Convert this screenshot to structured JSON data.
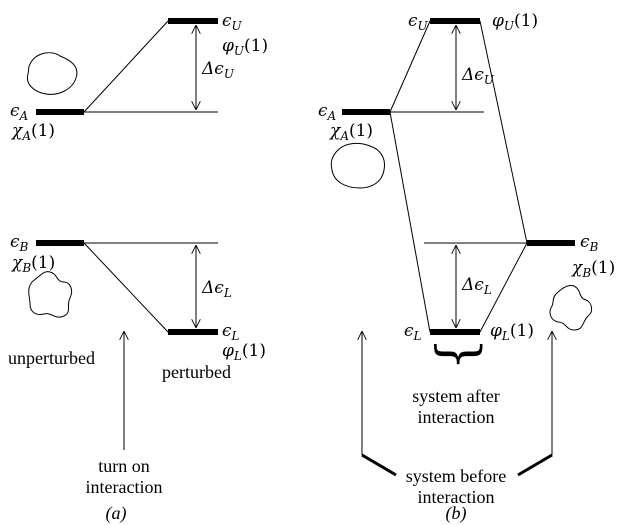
{
  "panel_a": {
    "caption": "(a)",
    "eps_U": "ϵ",
    "eps_U_sub": "U",
    "phi_U": "φ",
    "phi_U_sub": "U",
    "phi_U_arg": "(1)",
    "delta_U": "Δϵ",
    "delta_U_sub": "U",
    "eps_A": "ϵ",
    "eps_A_sub": "A",
    "chi_A": "χ",
    "chi_A_sub": "A",
    "chi_A_arg": "(1)",
    "eps_B": "ϵ",
    "eps_B_sub": "B",
    "chi_B": "χ",
    "chi_B_sub": "B",
    "chi_B_arg": "(1)",
    "delta_L": "Δϵ",
    "delta_L_sub": "L",
    "eps_L": "ϵ",
    "eps_L_sub": "L",
    "phi_L": "φ",
    "phi_L_sub": "L",
    "phi_L_arg": "(1)",
    "unperturbed": "unperturbed",
    "perturbed": "perturbed",
    "turn_on_line1": "turn on",
    "turn_on_line2": "interaction"
  },
  "panel_b": {
    "caption": "(b)",
    "eps_U": "ϵ",
    "eps_U_sub": "U",
    "phi_U": "φ",
    "phi_U_sub": "U",
    "phi_U_arg": "(1)",
    "delta_U": "Δϵ",
    "delta_U_sub": "U",
    "eps_A": "ϵ",
    "eps_A_sub": "A",
    "chi_A": "χ",
    "chi_A_sub": "A",
    "chi_A_arg": "(1)",
    "eps_B": "ϵ",
    "eps_B_sub": "B",
    "chi_B": "χ",
    "chi_B_sub": "B",
    "chi_B_arg": "(1)",
    "delta_L": "Δϵ",
    "delta_L_sub": "L",
    "eps_L": "ϵ",
    "eps_L_sub": "L",
    "phi_L": "φ",
    "phi_L_sub": "L",
    "phi_L_arg": "(1)",
    "after_line1": "system after",
    "after_line2": "interaction",
    "before_line1": "system before",
    "before_line2": "interaction"
  },
  "brace_glyph": "}"
}
